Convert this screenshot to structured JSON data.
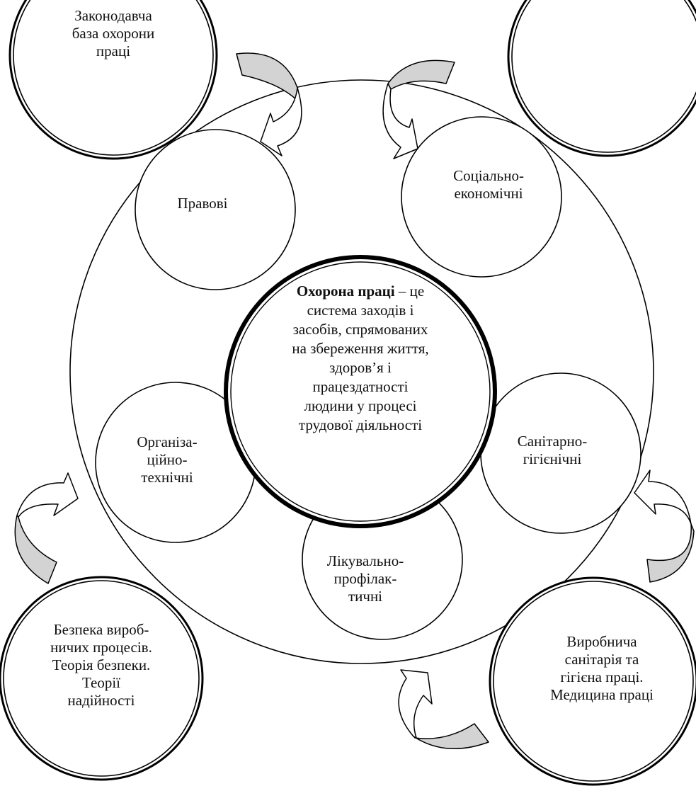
{
  "diagram": {
    "center": {
      "title_bold": "Охорона праці",
      "title_rest": " – це",
      "lines": [
        "система заходів і",
        "засобів, спрямованих",
        "на збереження життя,",
        "здоров’я і",
        "працездатності",
        "людини у процесі",
        "трудової діяльності"
      ]
    },
    "aspects": [
      {
        "id": "legal",
        "lines": [
          "Правові"
        ]
      },
      {
        "id": "socio-economic",
        "lines": [
          "Соціально-",
          "економічні"
        ]
      },
      {
        "id": "organizational-technical",
        "lines": [
          "Організа-",
          "ційно-",
          "технічні"
        ]
      },
      {
        "id": "sanitary-hygienic",
        "lines": [
          "Санітарно-",
          "гігієнічні"
        ]
      },
      {
        "id": "medical-preventive",
        "lines": [
          "Лікувально-",
          "профілак-",
          "тичні"
        ]
      }
    ],
    "sources": [
      {
        "id": "legislation",
        "lines": [
          "Законодавча",
          "база охорони",
          "праці"
        ]
      },
      {
        "id": "top-right-empty",
        "lines": []
      },
      {
        "id": "production-safety",
        "lines": [
          "Безпека вироб-",
          "ничих процесів.",
          "Теорія безпеки.",
          "Теорії",
          "надійності"
        ]
      },
      {
        "id": "industrial-sanitation",
        "lines": [
          "Виробнича",
          "санітарія та",
          "гігієна праці.",
          "Медицина праці"
        ]
      }
    ],
    "colors": {
      "stroke": "#000000",
      "arrow_fill_light": "#ffffff",
      "arrow_fill_shade": "#d3d3d3"
    }
  }
}
